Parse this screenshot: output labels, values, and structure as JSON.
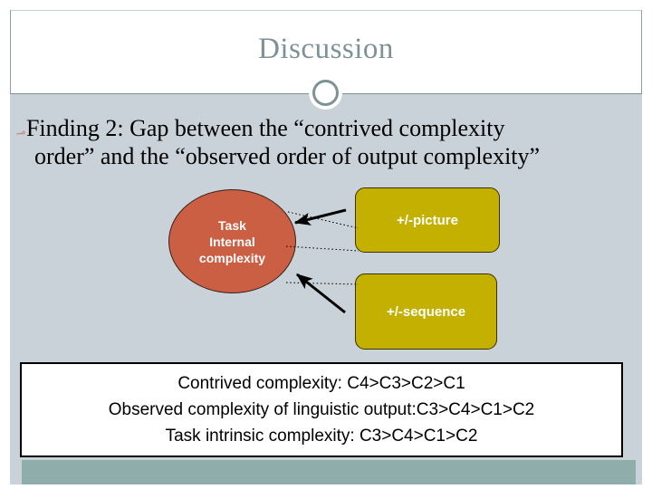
{
  "slide": {
    "title": "Discussion",
    "accent_title_color": "#7e9296",
    "body_background": "#c8d2d8",
    "footer_background": "#8fadab"
  },
  "bullet": {
    "glyph": "؃",
    "glyph_color": "#c98d80",
    "line1": "Finding 2: Gap between the “contrived complexity",
    "line2": "order” and the “observed order of output complexity”"
  },
  "diagram": {
    "ellipse": {
      "label": "Task\nInternal\ncomplexity",
      "fill": "#cb5f44",
      "text_color": "#ffffff"
    },
    "boxes": [
      {
        "label": "+/-picture",
        "fill": "#c4b000",
        "text_color": "#ffffff"
      },
      {
        "label": "+/-sequence",
        "fill": "#c4b000",
        "text_color": "#ffffff"
      }
    ],
    "connector_color": "#000000",
    "connector_count_arrows": 2,
    "connector_count_dotted": 3
  },
  "summary": {
    "lines": [
      "Contrived complexity: C4>C3>C2>C1",
      "Observed complexity of linguistic output:C3>C4>C1>C2",
      "Task intrinsic complexity: C3>C4>C1>C2"
    ]
  }
}
